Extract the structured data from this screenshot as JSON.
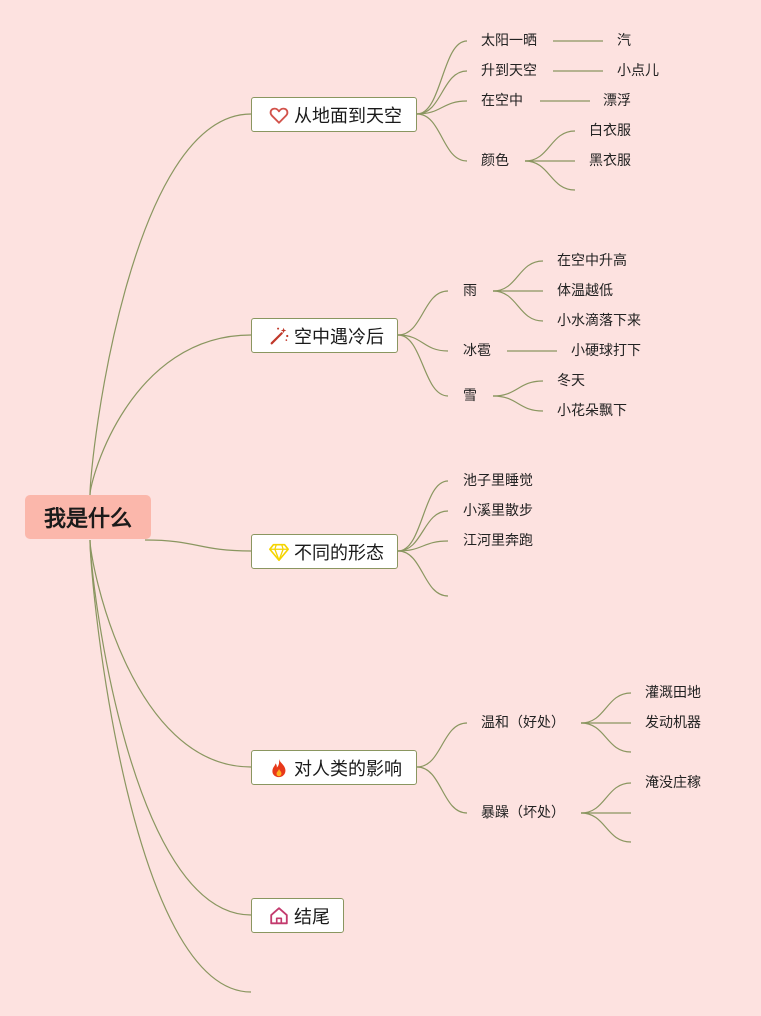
{
  "root": {
    "label": "我是什么"
  },
  "branches": [
    {
      "label": "从地面到天空",
      "icon": "heart-icon",
      "children": [
        {
          "label": "太阳一晒",
          "children": [
            "汽"
          ]
        },
        {
          "label": "升到天空",
          "children": [
            "小点儿"
          ]
        },
        {
          "label": "在空中",
          "children": [
            "漂浮"
          ]
        },
        {
          "label": "颜色",
          "children": [
            "白衣服",
            "黑衣服",
            ""
          ]
        }
      ]
    },
    {
      "label": "空中遇冷后",
      "icon": "magic-wand-icon",
      "children": [
        {
          "label": "雨",
          "children": [
            "在空中升高",
            "体温越低",
            "小水滴落下来"
          ]
        },
        {
          "label": "冰雹",
          "children": [
            "小硬球打下"
          ]
        },
        {
          "label": "雪",
          "children": [
            "冬天",
            "小花朵飘下"
          ]
        }
      ]
    },
    {
      "label": "不同的形态",
      "icon": "diamond-icon",
      "children": [
        {
          "label": "池子里睡觉"
        },
        {
          "label": "小溪里散步"
        },
        {
          "label": "江河里奔跑"
        },
        {
          "label": ""
        }
      ]
    },
    {
      "label": "对人类的影响",
      "icon": "fire-icon",
      "children": [
        {
          "label": "温和（好处）",
          "children": [
            "灌溉田地",
            "发动机器",
            ""
          ]
        },
        {
          "label": "暴躁（坏处）",
          "children": [
            "淹没庄稼",
            "",
            ""
          ]
        }
      ]
    },
    {
      "label": "结尾",
      "icon": "house-icon",
      "children": []
    }
  ],
  "colors": {
    "background": "#fde2e0",
    "root_fill": "#fbb7ab",
    "link": "#8a9660",
    "heart": "#d2524a",
    "wand": "#c0392b",
    "diamond": "#f5d400",
    "fire": "#e8391a",
    "house": "#c33a6e"
  }
}
